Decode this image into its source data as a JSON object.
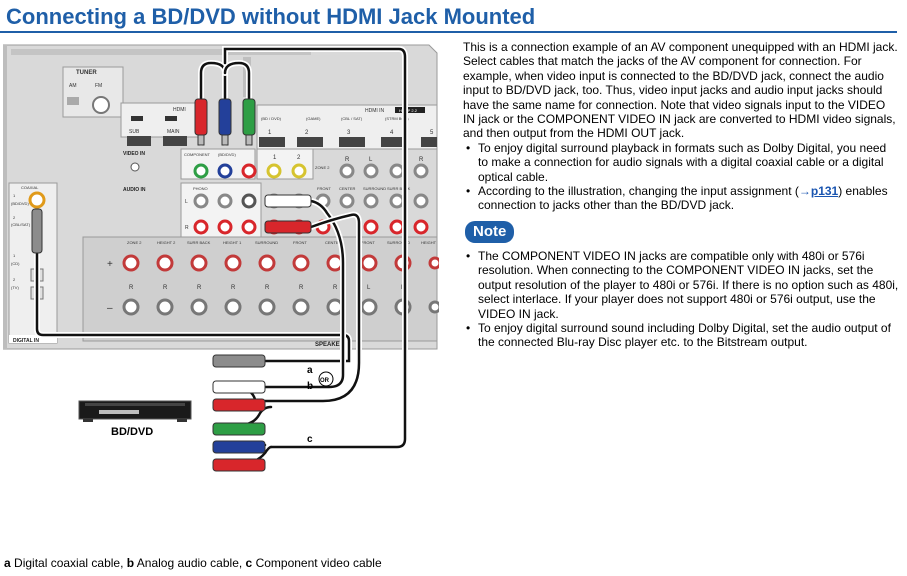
{
  "page": {
    "title": "Connecting a BD/DVD without HDMI Jack Mounted"
  },
  "figure": {
    "device_label": "BD/DVD",
    "cable_letters": {
      "a": "a",
      "b": "b",
      "c": "c",
      "or": "OR"
    },
    "panel": {
      "tuner": "TUNER",
      "am": "AM",
      "fm": "FM",
      "hdmi_out": "HDMI",
      "sub": "SUB",
      "main": "MAIN",
      "component": "COMPONENT",
      "bd_dvd": "(BD/DVD)",
      "hdmi_in": "HDMI IN",
      "hdcp": "HDCP 2.2",
      "hdmi_inputs": [
        "(BD / DVD)",
        "(GAME)",
        "(CBL / SAT)",
        "(STRM BOX)"
      ],
      "hdmi_nums": [
        "1",
        "2",
        "3",
        "4",
        "5"
      ],
      "video_in": "VIDEO IN",
      "video_nums": [
        "1",
        "2"
      ],
      "audio_in": "AUDIO IN",
      "phono": "PHONO",
      "zone2": "ZONE 2",
      "front": "FRONT",
      "center": "CENTER",
      "surround": "SURROUND",
      "surr_back": "SURR BACK",
      "coaxial": "COAXIAL",
      "coax1": "1",
      "coax1_label": "(BD/DVD)",
      "coax2": "2",
      "coax2_label": "(CBL/SAT)",
      "optical1": "1",
      "optical1_label": "(CD)",
      "optical2": "2",
      "optical2_label": "(TV)",
      "digital_in": "DIGITAL IN",
      "speakers": "SPEAKERS",
      "speaker_cols": [
        "ZONE 2",
        "HEIGHT 2",
        "SURR BACK",
        "HEIGHT 1",
        "SURROUND",
        "FRONT",
        "CENTER",
        "FRONT",
        "SURROUND",
        "HEIGHT"
      ],
      "plus": "+",
      "minus": "–",
      "r": "R",
      "l": "L"
    }
  },
  "text": {
    "intro": "This is a connection example of an AV component unequipped with an HDMI jack. Select cables that match the jacks of the AV component for connection. For example, when video input is connected to the BD/DVD jack, connect the audio input to BD/DVD jack, too. Thus, video input jacks and audio input jacks should have the same name for connection. Note that video signals input to the VIDEO IN jack or the COMPONENT VIDEO IN jack are converted to HDMI video signals, and then output from the HDMI OUT jack.",
    "bullet_mark": "•",
    "bullet1": "To enjoy digital surround playback in formats such as Dolby Digital, you need to make a connection for audio signals with a digital coaxial cable or a digital optical cable.",
    "bullet2_pre": "According to the illustration, changing the input assignment (",
    "bullet2_arrow": "→",
    "bullet2_link": "p131",
    "bullet2_post": ") enables connection to jacks other than the BD/DVD jack.",
    "note_title": "Note",
    "note1": "The COMPONENT VIDEO IN jacks are compatible only with 480i or 576i resolution. When connecting to the COMPONENT VIDEO IN jacks, set the output resolution of the player to 480i or 576i. If there is no option such as 480i, select interlace. If your player does not support 480i or 576i output, use the VIDEO IN jack.",
    "note2": "To enjoy digital surround sound including Dolby Digital, set the audio output of the connected Blu-ray Disc player etc. to the Bitstream output."
  },
  "caption": {
    "a_letter": "a",
    "a_text": "Digital coaxial cable, ",
    "b_letter": "b",
    "b_text": "Analog audio cable, ",
    "c_letter": "c",
    "c_text": "Component video cable"
  },
  "colors": {
    "title": "#1f5fa8",
    "panel": "#d9d9d9",
    "panel_dark": "#b8b8b8",
    "red": "#d8262b",
    "green": "#2e9e45",
    "blue": "#23409a",
    "grey": "#8c8c8c"
  }
}
